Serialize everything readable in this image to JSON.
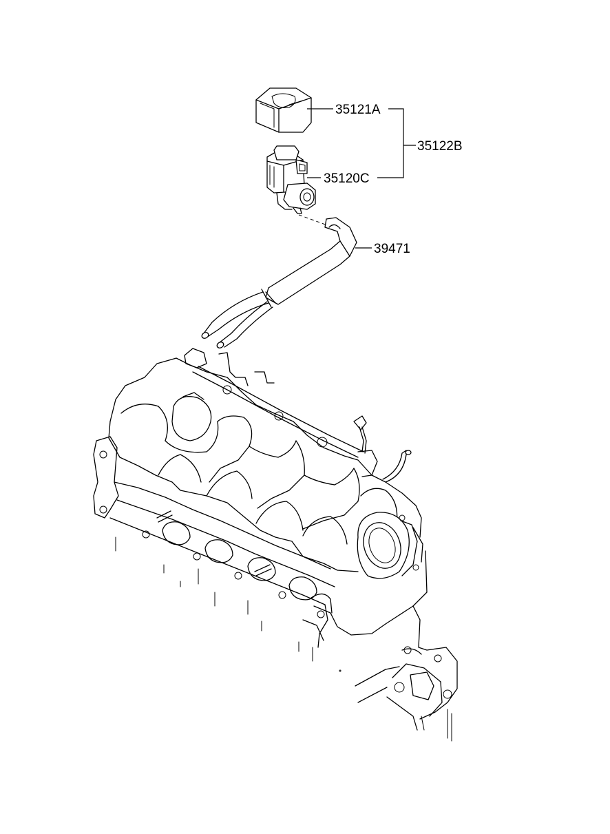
{
  "parts": {
    "bracket_cover": "35121A",
    "assembly": "35122B",
    "solenoid_valve": "35120C",
    "vacuum_hose": "39471"
  },
  "colors": {
    "line": "#000000",
    "background": "#ffffff"
  }
}
